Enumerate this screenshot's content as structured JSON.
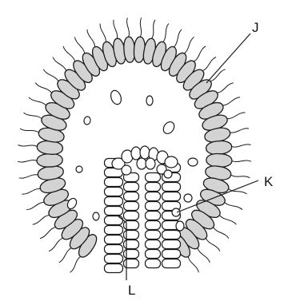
{
  "diagram": {
    "labels": {
      "J": "J",
      "K": "K",
      "L": "L"
    },
    "colors": {
      "background": "#ffffff",
      "stroke": "#1a1a1a",
      "ectoderm_fill": "#d3d3d3",
      "endoderm_fill": "#ffffff"
    }
  }
}
